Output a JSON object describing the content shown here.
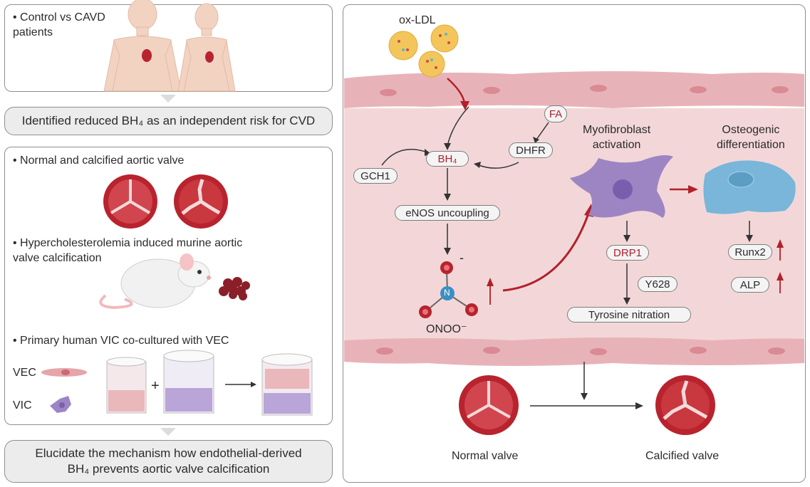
{
  "left": {
    "box1": {
      "bullet": "Control vs CAVD\npatients"
    },
    "result_pill": "Identified reduced BH₄ as an independent risk for CVD",
    "box2": {
      "bullet1": "Normal and calcified aortic valve",
      "bullet2": "Hypercholesterolemia induced murine aortic\nvalve calcification",
      "bullet3": "Primary human VIC co-cultured with VEC",
      "vec_label": "VEC",
      "vic_label": "VIC",
      "plus": "+"
    },
    "conclusion_pill": "Elucidate the mechanism how endothelial-derived\nBH₄ prevents aortic valve calcification"
  },
  "right": {
    "ox_ldl": "ox-LDL",
    "fa": "FA",
    "dhfr": "DHFR",
    "bh4": "BH₄",
    "gch1": "GCH1",
    "enos": "eNOS uncoupling",
    "minus": "-",
    "n_atom": "N",
    "onoo": "ONOO⁻",
    "myofibroblast": "Myofibroblast\nactivation",
    "osteogenic": "Osteogenic\ndifferentiation",
    "drp1": "DRP1",
    "y628": "Y628",
    "tyrosine": "Tyrosine nitration",
    "runx2": "Runx2",
    "alp": "ALP",
    "normal_valve": "Normal valve",
    "calcified_valve": "Calcified valve"
  },
  "colors": {
    "vessel_wall": "#e8b3b8",
    "lumen": "#f3d7d8",
    "accent_red": "#b3202a",
    "valve_red": "#b8232e",
    "myofibroblast": "#9d85c4",
    "osteo_cell": "#79b6d9"
  }
}
